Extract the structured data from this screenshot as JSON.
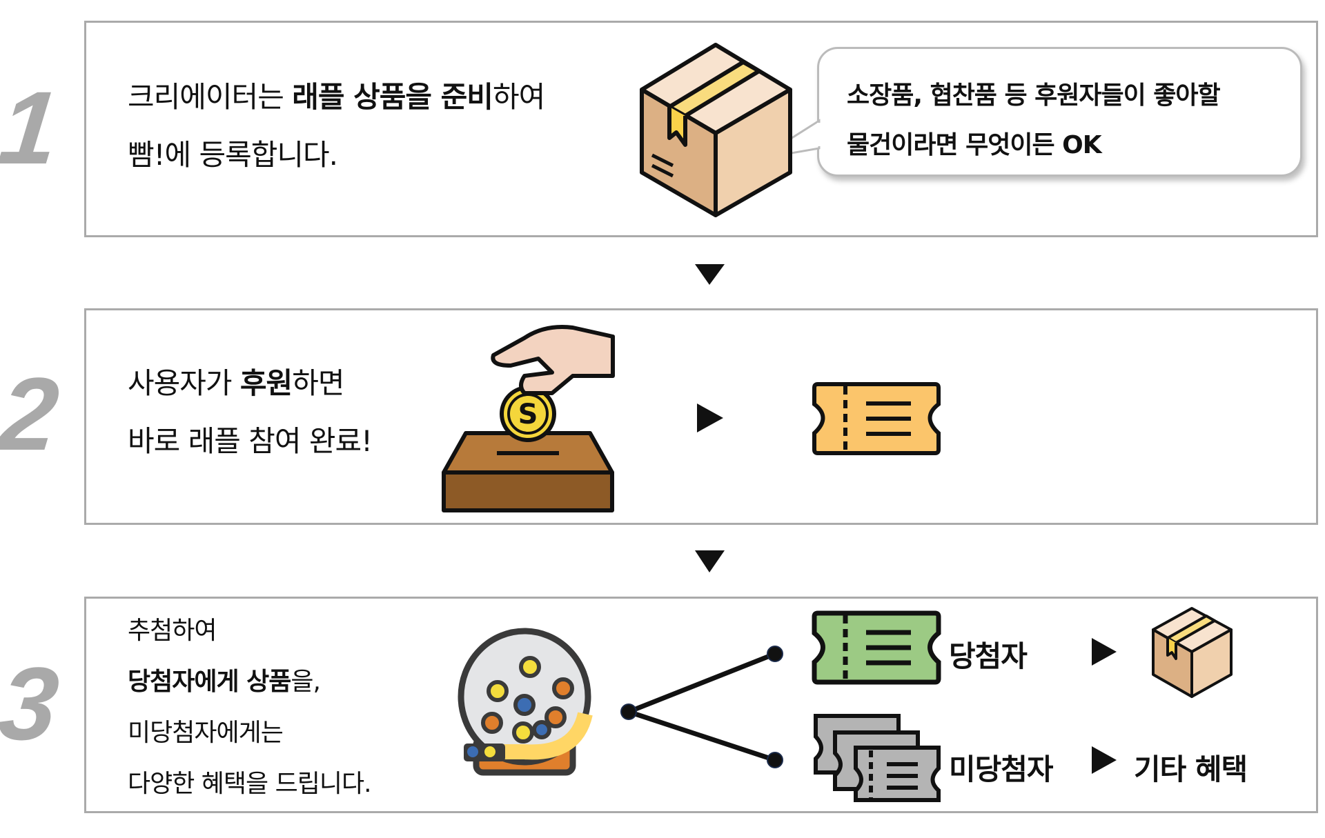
{
  "steps": [
    {
      "number": "1",
      "lines": [
        [
          {
            "t": "크리에이터는 ",
            "b": false
          },
          {
            "t": "래플 상품을 준비",
            "b": true
          },
          {
            "t": "하여",
            "b": false
          }
        ],
        [
          {
            "t": "빰!에 등록합니다.",
            "b": false
          }
        ]
      ],
      "bubble": [
        "소장품, 협찬품 등 후원자들이 좋아할",
        "물건이라면 무엇이든 OK"
      ]
    },
    {
      "number": "2",
      "lines": [
        [
          {
            "t": "사용자가 ",
            "b": false
          },
          {
            "t": "후원",
            "b": true
          },
          {
            "t": "하면",
            "b": false
          }
        ],
        [
          {
            "t": "바로 래플 참여 완료!",
            "b": false
          }
        ]
      ]
    },
    {
      "number": "3",
      "lines": [
        [
          {
            "t": "추첨하여",
            "b": false
          }
        ],
        [
          {
            "t": "당첨자에게 상품",
            "b": true
          },
          {
            "t": "을,",
            "b": false
          }
        ],
        [
          {
            "t": "미당첨자에게는",
            "b": false
          }
        ],
        [
          {
            "t": "다양한 혜택을 드립니다.",
            "b": false
          }
        ]
      ],
      "winner_label": "당첨자",
      "loser_label": "미당첨자",
      "loser_reward": "기타 혜택"
    }
  ],
  "icons": [
    "box-icon",
    "speech-bubble",
    "coin-hand-ballot-icon",
    "ticket-icon",
    "lottery-machine-icon",
    "green-ticket-icon",
    "gray-tickets-icon",
    "small-box-icon",
    "arrow-down-icon",
    "arrow-right-icon"
  ],
  "colors": {
    "border": "#aaaaaa",
    "number": "#a9a9a9",
    "ticket_orange": "#fbc56b",
    "ticket_green": "#9cca84",
    "ticket_gray": "#b4b4b4",
    "box_light": "#f0d0ad",
    "box_dark": "#dcb084",
    "tape": "#f9dc7e"
  }
}
